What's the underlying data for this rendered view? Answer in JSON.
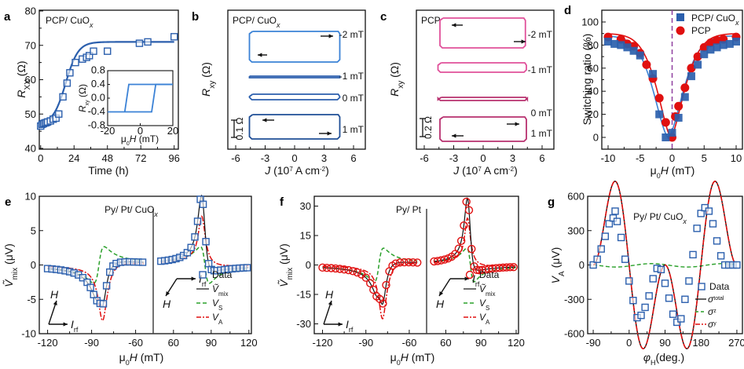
{
  "panels": {
    "a": {
      "label": "a",
      "annotation": "PCP/ CuO",
      "annotation_sub": "x",
      "xlabel": "Time (h)",
      "ylabel": "R",
      "ylabel_sub": "XX",
      "ylabel_unit": " (Ω)",
      "inset": {
        "xlabel": "μ0H (mT)",
        "ylabel": "Rxy (Ω)"
      }
    },
    "b": {
      "label": "b",
      "annotation": "PCP/ CuO",
      "annotation_sub": "x",
      "xlabel": "J (10⁷ A cm⁻²)",
      "ylabel": "R",
      "ylabel_sub": "xy",
      "ylabel_unit": " (Ω)",
      "scale_bar": "0.1 Ω",
      "curve_labels": [
        "-2 mT",
        "-1 mT",
        "0 mT",
        "1 mT"
      ]
    },
    "c": {
      "label": "c",
      "annotation": "PCP",
      "xlabel": "J (10⁷ A cm⁻²)",
      "ylabel": "R",
      "ylabel_sub": "xy",
      "ylabel_unit": " (Ω)",
      "scale_bar": "0.2 Ω",
      "curve_labels": [
        "-2 mT",
        "-1 mT",
        "0 mT",
        "1 mT"
      ]
    },
    "d": {
      "label": "d",
      "xlabel": "μ0H (mT)",
      "ylabel": "Switching ratio (%)",
      "legend": [
        "PCP/ CuOx",
        "PCP"
      ]
    },
    "e": {
      "label": "e",
      "annotation": "Py/ Pt/ CuO",
      "annotation_sub": "x",
      "xlabel": "μ0H (mT)",
      "ylabel": "Ṽmix (μV)",
      "legend": [
        "Data",
        "Ṽmix",
        "VS",
        "VA"
      ]
    },
    "f": {
      "label": "f",
      "annotation": "Py/ Pt",
      "xlabel": "μ0H (mT)",
      "ylabel": "Ṽmix (μV)",
      "legend": [
        "Data",
        "Ṽmix",
        "VS",
        "VA"
      ]
    },
    "g": {
      "label": "g",
      "annotation": "Py/ Pt/ CuO",
      "annotation_sub": "x",
      "xlabel": "φH (deg.)",
      "ylabel": "VA (μV)",
      "legend": [
        "Data",
        "σtotal",
        "σz",
        "σy"
      ]
    }
  },
  "colors": {
    "blue": "#2b5fad",
    "lightblue": "#3b82d6",
    "darkblue": "#1f4e96",
    "pink": "#e0509a",
    "magenta": "#b8306f",
    "red": "#e01010",
    "green": "#2aa02a",
    "black": "#111111",
    "purple": "#9040a0"
  },
  "chart_data": [
    {
      "panel": "a",
      "type": "scatter",
      "title": "PCP/CuOx",
      "xlabel": "Time (h)",
      "ylabel": "R_XX (Ω)",
      "xlim": [
        0,
        96
      ],
      "ylim": [
        40,
        80
      ],
      "xticks": [
        0,
        24,
        48,
        72,
        96
      ],
      "yticks": [
        40,
        50,
        60,
        70,
        80
      ],
      "x": [
        0,
        1,
        2,
        3,
        4,
        5,
        7,
        9,
        11,
        13,
        16,
        19,
        21,
        25,
        30,
        33,
        35,
        38,
        48,
        71,
        77,
        96
      ],
      "y": [
        46.5,
        47,
        47.2,
        47.4,
        47.5,
        47.7,
        48,
        48.5,
        48.8,
        50,
        55,
        59,
        62,
        65,
        66,
        66.5,
        67,
        68.3,
        68.3,
        70.6,
        71,
        72.5
      ],
      "fit": "sigmoid saturating at ~71",
      "inset": {
        "type": "line",
        "xlabel": "μ0H (mT)",
        "ylabel": "R_xy (Ω)",
        "xlim": [
          -20,
          20
        ],
        "ylim": [
          -0.8,
          0.8
        ],
        "xticks": [
          -20,
          0,
          20
        ],
        "yticks": [
          -0.8,
          -0.4,
          0.0,
          0.4,
          0.8
        ],
        "coercive_field": 8,
        "levels": [
          -0.4,
          0.4
        ]
      }
    },
    {
      "panel": "b",
      "type": "line",
      "title": "PCP/CuOx",
      "xlabel": "J (10^7 A cm^-2)",
      "ylabel": "R_xy (Ω)",
      "xlim": [
        -6,
        6
      ],
      "xticks": [
        -6,
        -3,
        0,
        3,
        6
      ],
      "series": [
        {
          "name": "-2 mT",
          "loop_height_ohm": 0.1,
          "switch_current": 4.5
        },
        {
          "name": "-1 mT",
          "loop_height_ohm": 0.005,
          "switch_current": 4.5
        },
        {
          "name": "0 mT",
          "loop_height_ohm": 0.02,
          "switch_current": 4.5
        },
        {
          "name": "1 mT",
          "loop_height_ohm": 0.1,
          "switch_current": 4.5
        }
      ],
      "scale_bar": "0.1 Ω"
    },
    {
      "panel": "c",
      "type": "line",
      "title": "PCP",
      "xlabel": "J (10^7 A cm^-2)",
      "ylabel": "R_xy (Ω)",
      "xlim": [
        -6,
        6
      ],
      "xticks": [
        -6,
        -3,
        0,
        3,
        6
      ],
      "series": [
        {
          "name": "-2 mT",
          "loop_height_ohm": 0.2
        },
        {
          "name": "-1 mT",
          "loop_height_ohm": 0.07
        },
        {
          "name": "0 mT",
          "loop_height_ohm": 0.01
        },
        {
          "name": "1 mT",
          "loop_height_ohm": 0.17
        }
      ],
      "scale_bar": "0.2 Ω"
    },
    {
      "panel": "d",
      "type": "scatter",
      "xlabel": "μ0H (mT)",
      "ylabel": "Switching ratio (%)",
      "xlim": [
        -10.5,
        10.5
      ],
      "ylim": [
        -8,
        110
      ],
      "xticks": [
        -10,
        -5,
        0,
        5,
        10
      ],
      "yticks": [
        0,
        20,
        40,
        60,
        80,
        100
      ],
      "series": [
        {
          "name": "PCP/CuOx",
          "x": [
            -10,
            -9,
            -8,
            -7,
            -6,
            -5,
            -3,
            -2,
            -1,
            0,
            1,
            2,
            3,
            4,
            5,
            6,
            7,
            8,
            9,
            10
          ],
          "y": [
            83,
            81,
            80,
            78,
            75,
            71,
            55,
            20,
            0,
            4,
            17,
            35,
            53,
            63,
            72,
            76,
            78,
            80,
            81,
            83
          ]
        },
        {
          "name": "PCP",
          "x": [
            -10,
            -8,
            -7,
            -6,
            -5,
            -4,
            -3,
            -2,
            -1,
            0,
            0.5,
            1,
            2,
            3,
            4,
            5,
            6,
            7,
            8,
            10
          ],
          "y": [
            87,
            85,
            81,
            79,
            73,
            63,
            51,
            34,
            13,
            0,
            18,
            27,
            43,
            60,
            70,
            78,
            82,
            84,
            85,
            87
          ]
        }
      ],
      "vline": 0
    },
    {
      "panel": "e",
      "type": "scatter",
      "title": "Py/Pt/CuOx",
      "xlabel": "μ0H (mT)",
      "ylabel": "Ṽmix (μV)",
      "ylim": [
        -10,
        10
      ],
      "yticks": [
        -10,
        -5,
        0,
        5,
        10
      ],
      "xticks_left": [
        -120,
        -90,
        -60
      ],
      "xticks_right": [
        60,
        90,
        120
      ],
      "series": [
        {
          "name": "Data",
          "x": [
            -120,
            -117,
            -114,
            -111,
            -108,
            -105,
            -102,
            -99,
            -96,
            -93,
            -91,
            -89,
            -87,
            -85,
            -83,
            -81,
            -79,
            -77,
            -75,
            -72,
            -69,
            -66,
            -63,
            -60,
            -57,
            -54
          ],
          "y": [
            0,
            0.1,
            0.2,
            0.3,
            0.5,
            0.8,
            1.2,
            1.7,
            2.2,
            2.5,
            1.2,
            -2.6,
            -7.2,
            -8.3,
            -5.5,
            -3,
            -0.8,
            0,
            0,
            0,
            0,
            0,
            0,
            0,
            0,
            0
          ]
        },
        {
          "name": "Data (positive)",
          "x": [
            50,
            54,
            58,
            62,
            66,
            70,
            74,
            76,
            78,
            80,
            82,
            84,
            86,
            88,
            90,
            92,
            96,
            100,
            104,
            108,
            112,
            116,
            120
          ],
          "y": [
            0,
            0,
            0,
            0,
            -0.1,
            -0.2,
            0.5,
            1.5,
            2.9,
            5.4,
            7,
            5.1,
            1,
            -1.6,
            -2.3,
            -2,
            -1.5,
            -1,
            -0.6,
            -0.4,
            -0.2,
            -0.1,
            0
          ]
        }
      ]
    },
    {
      "panel": "f",
      "type": "scatter",
      "title": "Py/Pt",
      "xlabel": "μ0H (mT)",
      "ylabel": "Ṽmix (μV)",
      "ylim": [
        -35,
        35
      ],
      "yticks": [
        -30,
        -15,
        0,
        15,
        30
      ],
      "xticks_left": [
        -120,
        -90,
        -60
      ],
      "xticks_right": [
        60,
        90,
        120
      ],
      "series": [
        {
          "name": "Data",
          "peak_negative": -27,
          "peak_negative_field": -79,
          "peak_positive": 27,
          "peak_positive_field": 80
        }
      ]
    },
    {
      "panel": "g",
      "type": "scatter",
      "title": "Py/Pt/CuOx",
      "xlabel": "φH (deg.)",
      "ylabel": "VA (μV)",
      "xlim": [
        -100,
        280
      ],
      "ylim": [
        -600,
        600
      ],
      "xticks": [
        -90,
        0,
        90,
        180,
        270
      ],
      "yticks": [
        -600,
        -300,
        0,
        300,
        600
      ],
      "series": [
        {
          "name": "Data",
          "x": [
            -90,
            -80,
            -70,
            -60,
            -50,
            -40,
            -35,
            -30,
            -20,
            -10,
            0,
            10,
            20,
            30,
            40,
            50,
            60,
            70,
            80,
            90,
            100,
            110,
            120,
            130,
            140,
            150,
            160,
            170,
            180,
            190,
            200,
            210,
            220,
            230,
            240,
            250,
            260,
            270
          ],
          "y": [
            0,
            50,
            140,
            250,
            360,
            410,
            470,
            380,
            240,
            50,
            -140,
            -310,
            -460,
            -440,
            -370,
            -270,
            -120,
            -30,
            -40,
            -160,
            -290,
            -430,
            -500,
            -470,
            -300,
            -140,
            90,
            320,
            450,
            500,
            470,
            360,
            210,
            80,
            0,
            0,
            0,
            0
          ]
        },
        {
          "name": "σtotal",
          "model": "sin(2φ)cos(φ)"
        },
        {
          "name": "σz",
          "amplitude": 15
        },
        {
          "name": "σy",
          "model": "≈ total"
        }
      ]
    }
  ]
}
